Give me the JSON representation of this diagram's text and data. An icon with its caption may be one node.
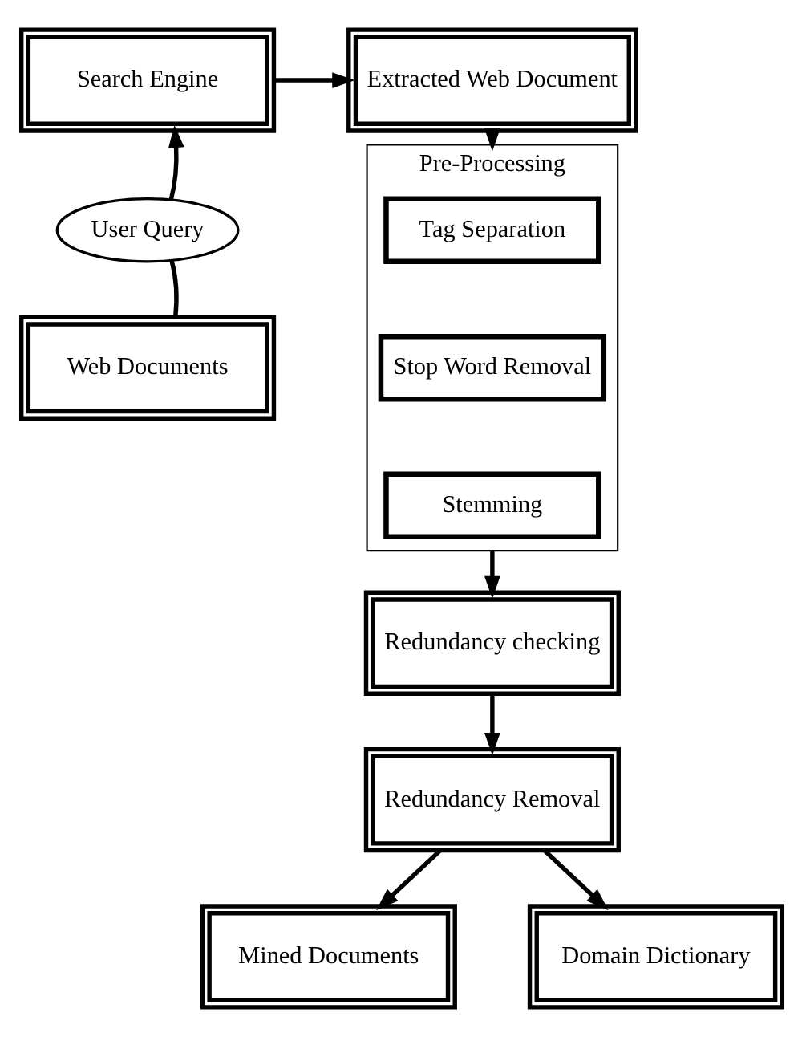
{
  "diagram": {
    "nodes": [
      {
        "text": [
          "Extracted Web Document"
        ]
      },
      {
        "text": [
          "Search Engine"
        ]
      },
      {
        "text": [
          "Pre-Processing"
        ]
      },
      {
        "text": [
          "Tag Separation"
        ],
        "in": 2
      },
      {
        "text": [
          "Stop Word Removal"
        ],
        "in": 2
      },
      {
        "text": [
          "Stemming"
        ],
        "in": 2
      },
      {
        "text": [
          "User Query"
        ]
      },
      {
        "text": [
          "Web Documents"
        ]
      },
      {
        "text": [
          "Redundancy checking"
        ]
      },
      {
        "text": [
          "Redundancy Removal"
        ]
      },
      {
        "text": [
          "Mined Documents"
        ]
      },
      {
        "text": [
          "Domain Dictionary"
        ]
      }
    ],
    "edges": [
      {
        "from": 1,
        "to": 0,
        "arrow": "to"
      },
      {
        "from": 0,
        "to": 2,
        "arrow": "to"
      },
      {
        "from": 2,
        "to": 8,
        "arrow": "to"
      },
      {
        "from": 8,
        "to": 9,
        "arrow": "to"
      },
      {
        "from": 9,
        "to": 10,
        "arrow": "to"
      },
      {
        "from": 9,
        "to": 11,
        "arrow": "to"
      },
      {
        "from": 7,
        "to": 6,
        "arrow": "none"
      },
      {
        "from": 6,
        "to": 1,
        "arrow": "to"
      }
    ]
  }
}
